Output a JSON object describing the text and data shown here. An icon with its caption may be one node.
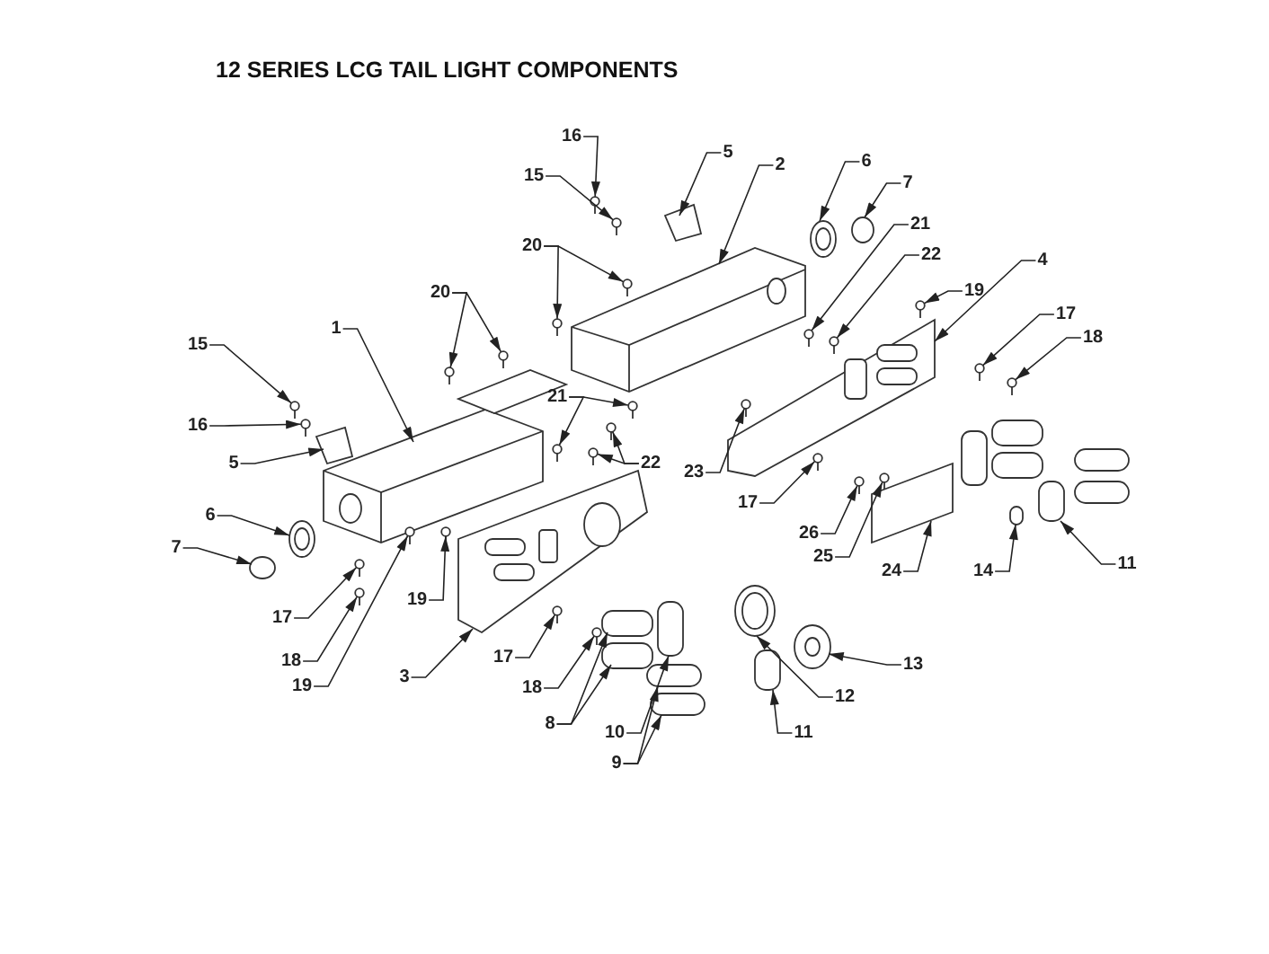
{
  "diagram": {
    "title": "12 SERIES LCG TAIL LIGHT COMPONENTS",
    "nodes": [
      {
        "text": [
          "16"
        ]
      },
      {
        "text": [
          "5"
        ]
      },
      {
        "text": [
          "6"
        ]
      },
      {
        "text": [
          "2"
        ]
      },
      {
        "text": [
          "15"
        ]
      },
      {
        "text": [
          "7"
        ]
      },
      {
        "text": [
          "21"
        ]
      },
      {
        "text": [
          "20"
        ]
      },
      {
        "text": [
          "22"
        ]
      },
      {
        "text": [
          "4"
        ]
      },
      {
        "text": [
          "19"
        ]
      },
      {
        "text": [
          "20"
        ]
      },
      {
        "text": [
          "17"
        ]
      },
      {
        "text": [
          "1"
        ]
      },
      {
        "text": [
          "18"
        ]
      },
      {
        "text": [
          "15"
        ]
      },
      {
        "text": [
          "21"
        ]
      },
      {
        "text": [
          "16"
        ]
      },
      {
        "text": [
          "5"
        ]
      },
      {
        "text": [
          "22"
        ]
      },
      {
        "text": [
          "23"
        ]
      },
      {
        "text": [
          "17"
        ]
      },
      {
        "text": [
          "6"
        ]
      },
      {
        "text": [
          "26"
        ]
      },
      {
        "text": [
          "7"
        ]
      },
      {
        "text": [
          "25"
        ]
      },
      {
        "text": [
          "11"
        ]
      },
      {
        "text": [
          "24"
        ]
      },
      {
        "text": [
          "14"
        ]
      },
      {
        "text": [
          "19"
        ]
      },
      {
        "text": [
          "17"
        ]
      },
      {
        "text": [
          "17"
        ]
      },
      {
        "text": [
          "18"
        ]
      },
      {
        "text": [
          "13"
        ]
      },
      {
        "text": [
          "3"
        ]
      },
      {
        "text": [
          "19"
        ]
      },
      {
        "text": [
          "18"
        ]
      },
      {
        "text": [
          "12"
        ]
      },
      {
        "text": [
          "8"
        ]
      },
      {
        "text": [
          "10"
        ]
      },
      {
        "text": [
          "11"
        ]
      },
      {
        "text": [
          "9"
        ]
      },
      {
        "text": [],
        "shape": "picture"
      },
      {
        "text": [],
        "shape": "picture"
      },
      {
        "text": [],
        "shape": "picture"
      },
      {
        "text": [],
        "shape": "picture"
      },
      {
        "text": [],
        "shape": "picture"
      },
      {
        "text": [],
        "shape": "circle"
      },
      {
        "text": [],
        "shape": "picture"
      },
      {
        "text": [],
        "shape": "picture"
      },
      {
        "text": [],
        "shape": "picture"
      },
      {
        "text": [],
        "shape": "picture"
      },
      {
        "text": [],
        "shape": "picture"
      },
      {
        "text": [],
        "shape": "picture"
      },
      {
        "text": [],
        "shape": "picture"
      },
      {
        "text": [],
        "shape": "picture"
      },
      {
        "text": [],
        "shape": "picture"
      },
      {
        "text": [],
        "shape": "picture"
      },
      {
        "text": [],
        "shape": "picture"
      },
      {
        "text": [],
        "shape": "picture"
      },
      {
        "text": [],
        "shape": "picture"
      },
      {
        "text": [],
        "shape": "picture"
      },
      {
        "text": [],
        "shape": "picture"
      },
      {
        "text": [],
        "shape": "picture"
      },
      {
        "text": [],
        "shape": "picture"
      },
      {
        "text": [],
        "shape": "picture"
      },
      {
        "text": [],
        "shape": "picture"
      },
      {
        "text": [],
        "shape": "picture"
      },
      {
        "text": [],
        "shape": "picture"
      },
      {
        "text": [],
        "shape": "picture"
      },
      {
        "text": [],
        "shape": "circle"
      },
      {
        "text": [],
        "shape": "picture"
      },
      {
        "text": [],
        "shape": "box"
      },
      {
        "text": [],
        "shape": "picture"
      },
      {
        "text": [],
        "shape": "box"
      },
      {
        "text": [],
        "shape": "picture"
      },
      {
        "text": [],
        "shape": "picture"
      },
      {
        "text": [],
        "shape": "picture"
      },
      {
        "text": [],
        "shape": "picture"
      },
      {
        "text": [],
        "shape": "picture"
      },
      {
        "text": [],
        "shape": "picture"
      },
      {
        "text": [],
        "shape": "picture"
      },
      {
        "text": [],
        "shape": "picture"
      },
      {
        "text": [],
        "shape": "picture"
      },
      {
        "text": [],
        "shape": "box"
      },
      {
        "text": [],
        "shape": "box"
      },
      {
        "text": [],
        "shape": "box"
      },
      {
        "text": [],
        "shape": "box"
      },
      {
        "text": [],
        "shape": "box"
      },
      {
        "text": [],
        "shape": "box"
      }
    ],
    "edges": [
      {
        "from": 0,
        "to": 42,
        "arrow": "to"
      },
      {
        "from": 1,
        "to": 43,
        "arrow": "to"
      },
      {
        "from": 2,
        "to": 44,
        "arrow": "to"
      },
      {
        "from": 3,
        "to": 45,
        "arrow": "to"
      },
      {
        "from": 4,
        "to": 46,
        "arrow": "to"
      },
      {
        "from": 5,
        "to": 47,
        "arrow": "to"
      },
      {
        "from": 6,
        "to": 48,
        "arrow": "to"
      },
      {
        "from": 7,
        "to": 49,
        "arrow": "to"
      },
      {
        "from": 7,
        "to": 50,
        "arrow": "to"
      },
      {
        "from": 8,
        "to": 51,
        "arrow": "to"
      },
      {
        "from": 9,
        "to": 52,
        "arrow": "to"
      },
      {
        "from": 10,
        "to": 53,
        "arrow": "to"
      },
      {
        "from": 11,
        "to": 54,
        "arrow": "to"
      },
      {
        "from": 11,
        "to": 55,
        "arrow": "to"
      },
      {
        "from": 12,
        "to": 56,
        "arrow": "to"
      },
      {
        "from": 13,
        "to": 57,
        "arrow": "to"
      },
      {
        "from": 14,
        "to": 58,
        "arrow": "to"
      },
      {
        "from": 15,
        "to": 59,
        "arrow": "to"
      },
      {
        "from": 16,
        "to": 60,
        "arrow": "to"
      },
      {
        "from": 16,
        "to": 61,
        "arrow": "to"
      },
      {
        "from": 17,
        "to": 62,
        "arrow": "to"
      },
      {
        "from": 18,
        "to": 63,
        "arrow": "to"
      },
      {
        "from": 19,
        "to": 64,
        "arrow": "to"
      },
      {
        "from": 19,
        "to": 65,
        "arrow": "to"
      },
      {
        "from": 20,
        "to": 66,
        "arrow": "to"
      },
      {
        "from": 21,
        "to": 67,
        "arrow": "to"
      },
      {
        "from": 22,
        "to": 68,
        "arrow": "to"
      },
      {
        "from": 23,
        "to": 69,
        "arrow": "to"
      },
      {
        "from": 24,
        "to": 70,
        "arrow": "to"
      },
      {
        "from": 25,
        "to": 71,
        "arrow": "to"
      },
      {
        "from": 26,
        "to": 72,
        "arrow": "to"
      },
      {
        "from": 27,
        "to": 73,
        "arrow": "to"
      },
      {
        "from": 28,
        "to": 74,
        "arrow": "to"
      },
      {
        "from": 29,
        "to": 75,
        "arrow": "to"
      },
      {
        "from": 30,
        "to": 76,
        "arrow": "to"
      },
      {
        "from": 31,
        "to": 77,
        "arrow": "to"
      },
      {
        "from": 32,
        "to": 78,
        "arrow": "to"
      },
      {
        "from": 33,
        "to": 79,
        "arrow": "to"
      },
      {
        "from": 34,
        "to": 80,
        "arrow": "to"
      },
      {
        "from": 35,
        "to": 81,
        "arrow": "to"
      },
      {
        "from": 36,
        "to": 82,
        "arrow": "to"
      },
      {
        "from": 37,
        "to": 83,
        "arrow": "to"
      },
      {
        "from": 38,
        "to": 84,
        "arrow": "to"
      },
      {
        "from": 38,
        "to": 85,
        "arrow": "to"
      },
      {
        "from": 39,
        "to": 86,
        "arrow": "to"
      },
      {
        "from": 40,
        "to": 87,
        "arrow": "to"
      },
      {
        "from": 41,
        "to": 88,
        "arrow": "to"
      },
      {
        "from": 41,
        "to": 89,
        "arrow": "to"
      }
    ]
  }
}
